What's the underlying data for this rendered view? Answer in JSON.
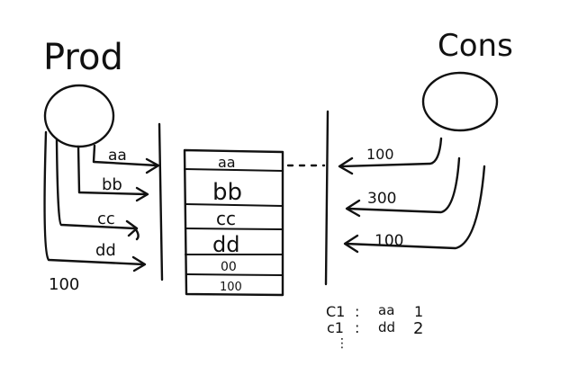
{
  "producer": {
    "title": "Prod",
    "messages": [
      "aa",
      "bb",
      "cc",
      "dd"
    ],
    "count": "100"
  },
  "consumer": {
    "title": "Cons",
    "fetches": [
      "100",
      "300",
      "100"
    ]
  },
  "queue": {
    "cells": [
      "aa",
      "bb",
      "cc",
      "dd",
      "00",
      "100"
    ]
  },
  "offsets": [
    {
      "consumer": "C1",
      "message": "aa",
      "position": "1"
    },
    {
      "consumer": "c1",
      "message": "dd",
      "position": "2"
    }
  ],
  "offsets_more": "⋮",
  "colors": {
    "ink": "#111111",
    "background": "#ffffff"
  }
}
